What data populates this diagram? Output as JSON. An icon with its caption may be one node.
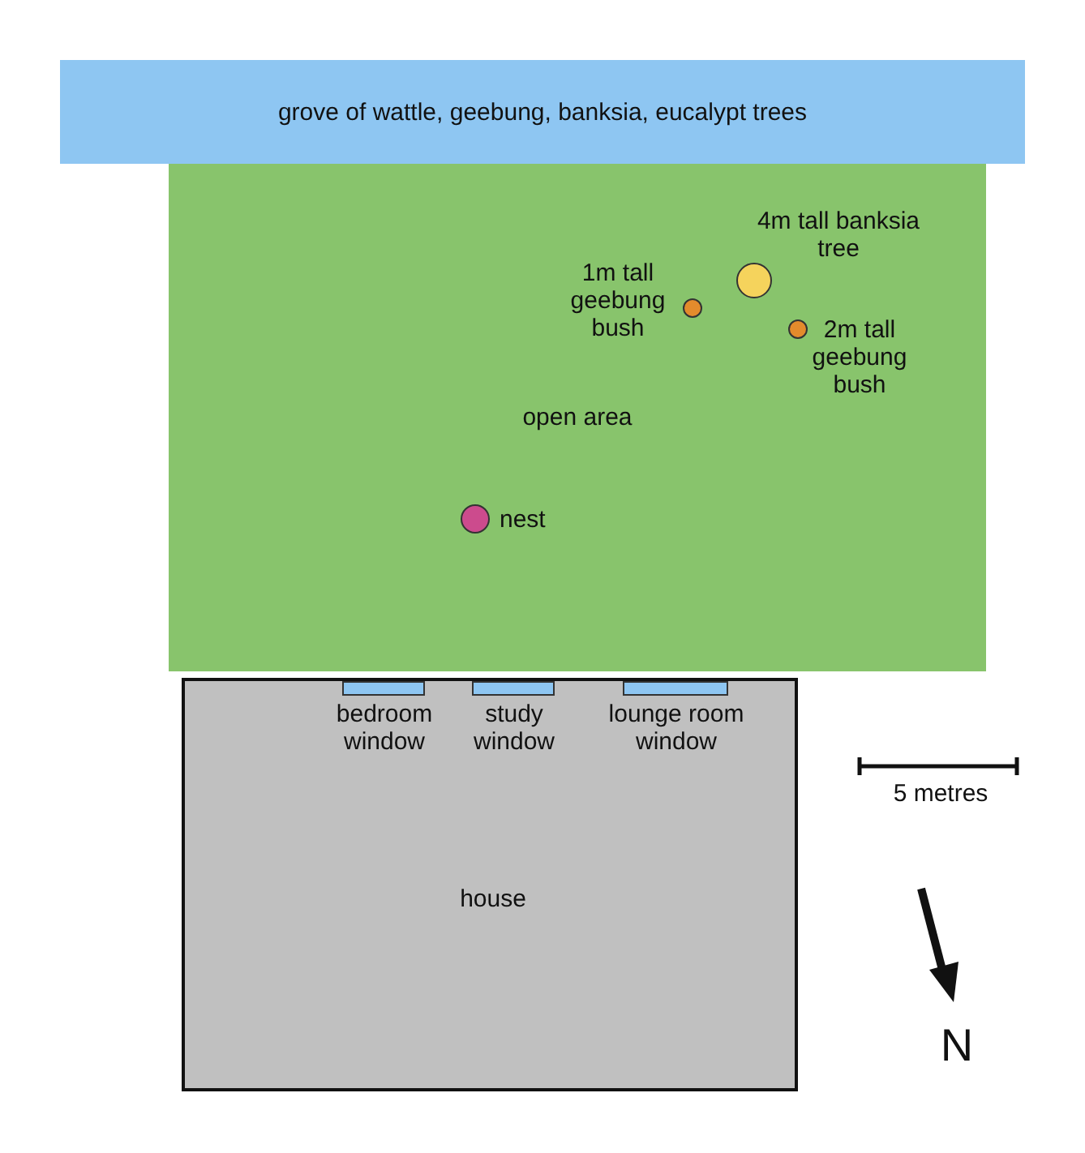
{
  "diagram": {
    "nodes": [
      {
        "text": [
          "grove of wattle, geebung, banksia, eucalypt trees"
        ]
      },
      {
        "text": [
          "open area"
        ]
      },
      {
        "text": [],
        "shape": "circle",
        "beside": [
          "1m tall geebung bush"
        ],
        "in": 1
      },
      {
        "text": [],
        "shape": "circle",
        "beside": [
          "4m tall banksia tree"
        ],
        "in": 1
      },
      {
        "text": [],
        "shape": "circle",
        "beside": [
          "2m tall geebung bush"
        ],
        "in": 1
      },
      {
        "text": [],
        "shape": "circle",
        "beside": [
          "nest"
        ],
        "in": 1
      },
      {
        "text": [
          "house"
        ]
      },
      {
        "text": [
          "bedroom window"
        ],
        "in": 6
      },
      {
        "text": [
          "study window"
        ],
        "in": 6
      },
      {
        "text": [
          "lounge room window"
        ],
        "in": 6
      }
    ],
    "labels": [
      "5 metres",
      "N"
    ]
  }
}
